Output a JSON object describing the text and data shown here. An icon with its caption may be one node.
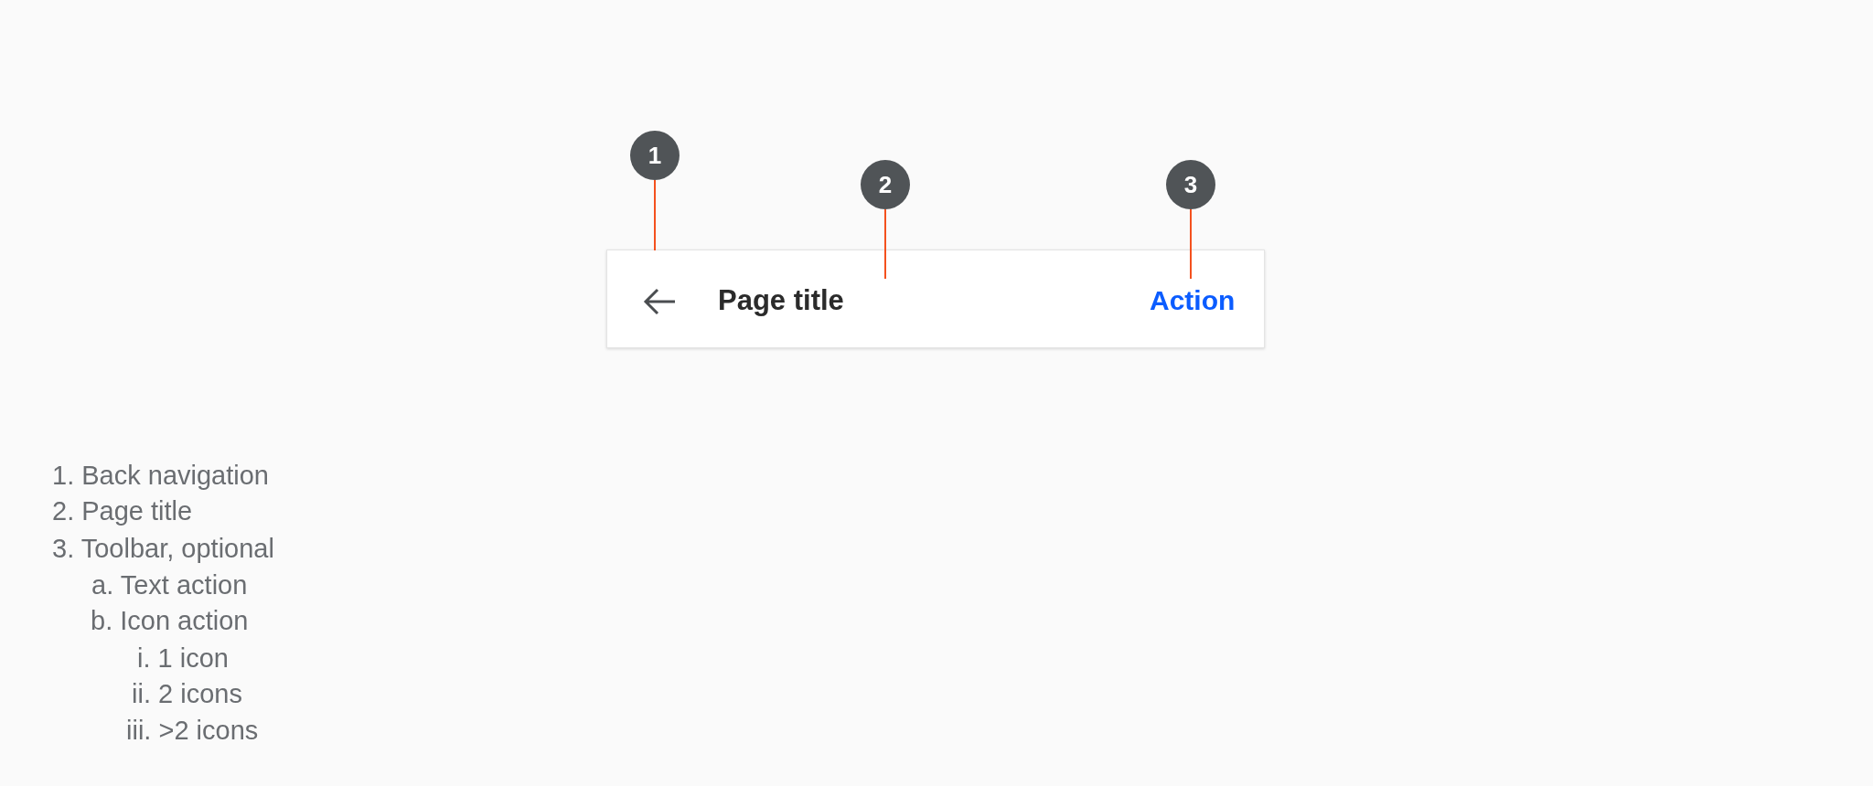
{
  "diagram": {
    "nodes": [
      {
        "text": [
          "1"
        ]
      },
      {
        "text": [
          "2"
        ]
      },
      {
        "text": [
          "3"
        ]
      },
      {
        "text": [],
        "shape": "box"
      },
      {
        "text": [],
        "shape": "picture",
        "in": 3
      },
      {
        "text": [
          "Page title"
        ],
        "in": 3
      },
      {
        "text": [
          "Action"
        ],
        "in": 3
      }
    ],
    "edges": [
      {
        "from": 0,
        "to": 4,
        "arrow": "none"
      },
      {
        "from": 1,
        "to": 5,
        "arrow": "none"
      },
      {
        "from": 2,
        "to": 6,
        "arrow": "none"
      }
    ],
    "labels": [
      "1. Back navigation",
      "2. Page title",
      "3. Toolbar, optional",
      "a. Text action",
      "b. Icon action",
      "i. 1 icon",
      "ii. 2 icons",
      "iii. >2 icons"
    ]
  }
}
